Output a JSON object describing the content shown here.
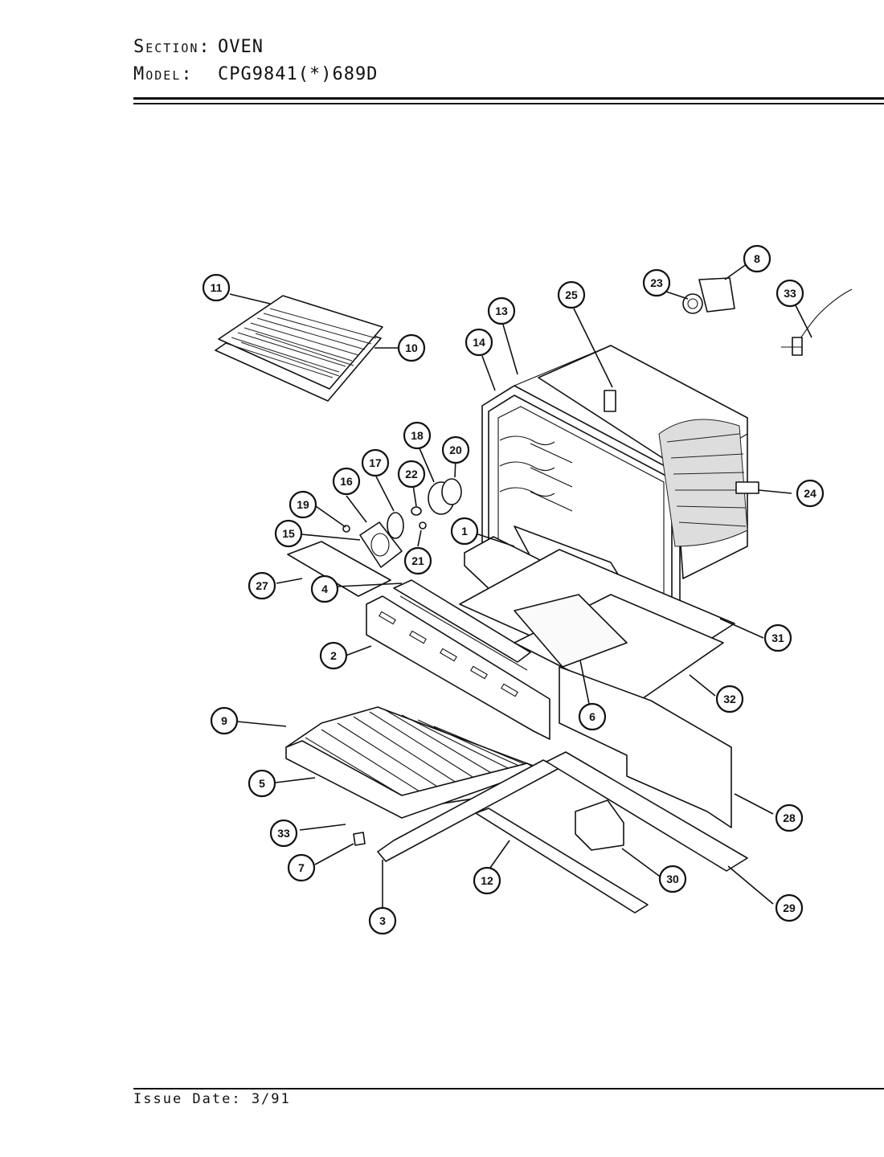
{
  "header": {
    "section_label": "Section:",
    "section_value": "OVEN",
    "model_label": "Model:",
    "model_value": "CPG9841(*)689D"
  },
  "footer": {
    "issue_date": "Issue Date: 3/91"
  },
  "callouts": [
    {
      "id": "c1",
      "num": "1"
    },
    {
      "id": "c2",
      "num": "2"
    },
    {
      "id": "c3",
      "num": "3"
    },
    {
      "id": "c4",
      "num": "4"
    },
    {
      "id": "c5",
      "num": "5"
    },
    {
      "id": "c6",
      "num": "6"
    },
    {
      "id": "c7",
      "num": "7"
    },
    {
      "id": "c8",
      "num": "8"
    },
    {
      "id": "c9",
      "num": "9"
    },
    {
      "id": "c10",
      "num": "10"
    },
    {
      "id": "c11",
      "num": "11"
    },
    {
      "id": "c12",
      "num": "12"
    },
    {
      "id": "c13",
      "num": "13"
    },
    {
      "id": "c14",
      "num": "14"
    },
    {
      "id": "c15",
      "num": "15"
    },
    {
      "id": "c16",
      "num": "16"
    },
    {
      "id": "c17",
      "num": "17"
    },
    {
      "id": "c18",
      "num": "18"
    },
    {
      "id": "c19",
      "num": "19"
    },
    {
      "id": "c20",
      "num": "20"
    },
    {
      "id": "c21",
      "num": "21"
    },
    {
      "id": "c22",
      "num": "22"
    },
    {
      "id": "c23",
      "num": "23"
    },
    {
      "id": "c24",
      "num": "24"
    },
    {
      "id": "c25",
      "num": "25"
    },
    {
      "id": "c27",
      "num": "27"
    },
    {
      "id": "c28",
      "num": "28"
    },
    {
      "id": "c29",
      "num": "29"
    },
    {
      "id": "c30",
      "num": "30"
    },
    {
      "id": "c31",
      "num": "31"
    },
    {
      "id": "c32",
      "num": "32"
    },
    {
      "id": "c33a",
      "num": "33"
    },
    {
      "id": "c33b",
      "num": "33"
    }
  ]
}
